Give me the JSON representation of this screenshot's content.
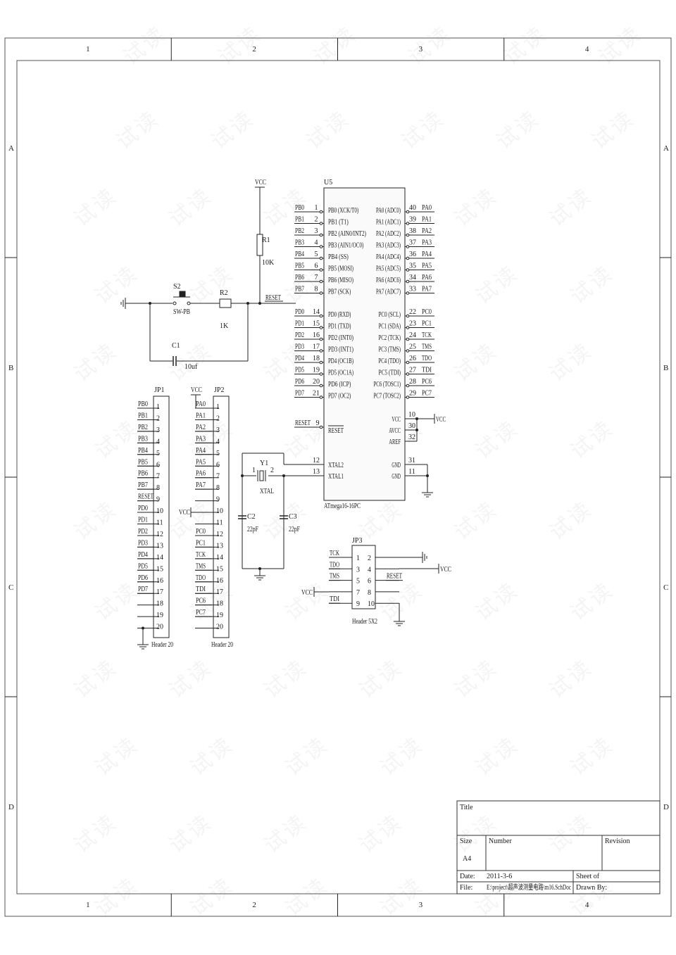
{
  "sheet": {
    "zones_x": [
      "1",
      "2",
      "3",
      "4"
    ],
    "zones_y": [
      "A",
      "B",
      "C",
      "D"
    ]
  },
  "mcu": {
    "designator": "U5",
    "part": "ATmega16-16PC",
    "left_pins": [
      {
        "net": "PB0",
        "num": "1",
        "name": "PB0 (XCK/T0)"
      },
      {
        "net": "PB1",
        "num": "2",
        "name": "PB1 (T1)"
      },
      {
        "net": "PB2",
        "num": "3",
        "name": "PB2 (AIN0/INT2)"
      },
      {
        "net": "PB3",
        "num": "4",
        "name": "PB3 (AIN1/OC0)"
      },
      {
        "net": "PB4",
        "num": "5",
        "name": "PB4 (SS)"
      },
      {
        "net": "PB5",
        "num": "6",
        "name": "PB5 (MOSI)"
      },
      {
        "net": "PB6",
        "num": "7",
        "name": "PB6 (MISO)"
      },
      {
        "net": "PB7",
        "num": "8",
        "name": "PB7 (SCK)"
      },
      {
        "net": "PD0",
        "num": "14",
        "name": "PD0 (RXD)"
      },
      {
        "net": "PD1",
        "num": "15",
        "name": "PD1 (TXD)"
      },
      {
        "net": "PD2",
        "num": "16",
        "name": "PD2 (INT0)"
      },
      {
        "net": "PD3",
        "num": "17",
        "name": "PD3 (INT1)"
      },
      {
        "net": "PD4",
        "num": "18",
        "name": "PD4 (OC1B)"
      },
      {
        "net": "PD5",
        "num": "19",
        "name": "PD5 (OC1A)"
      },
      {
        "net": "PD6",
        "num": "20",
        "name": "PD6 (ICP)"
      },
      {
        "net": "PD7",
        "num": "21",
        "name": "PD7 (OC2)"
      }
    ],
    "right_pins": [
      {
        "net": "PA0",
        "num": "40",
        "name": "PA0 (ADC0)"
      },
      {
        "net": "PA1",
        "num": "39",
        "name": "PA1 (ADC1)"
      },
      {
        "net": "PA2",
        "num": "38",
        "name": "PA2 (ADC2)"
      },
      {
        "net": "PA3",
        "num": "37",
        "name": "PA3 (ADC3)"
      },
      {
        "net": "PA4",
        "num": "36",
        "name": "PA4 (ADC4)"
      },
      {
        "net": "PA5",
        "num": "35",
        "name": "PA5 (ADC5)"
      },
      {
        "net": "PA6",
        "num": "34",
        "name": "PA6 (ADC6)"
      },
      {
        "net": "PA7",
        "num": "33",
        "name": "PA7 (ADC7)"
      },
      {
        "net": "PC0",
        "num": "22",
        "name": "PC0 (SCL)"
      },
      {
        "net": "PC1",
        "num": "23",
        "name": "PC1 (SDA)"
      },
      {
        "net": "TCK",
        "num": "24",
        "name": "PC2 (TCK)"
      },
      {
        "net": "TMS",
        "num": "25",
        "name": "PC3 (TMS)"
      },
      {
        "net": "TDO",
        "num": "26",
        "name": "PC4 (TDO)"
      },
      {
        "net": "TDI",
        "num": "27",
        "name": "PC5 (TDI)"
      },
      {
        "net": "PC6",
        "num": "28",
        "name": "PC6 (TOSC1)"
      },
      {
        "net": "PC7",
        "num": "29",
        "name": "PC7 (TOSC2)"
      }
    ],
    "reset": {
      "net": "RESET",
      "num": "9",
      "name": "RESET"
    },
    "xtal2": {
      "num": "12",
      "name": "XTAL2"
    },
    "xtal1": {
      "num": "13",
      "name": "XTAL1"
    },
    "power_pins": [
      {
        "num": "10",
        "name": "VCC"
      },
      {
        "num": "30",
        "name": "AVCC"
      },
      {
        "num": "32",
        "name": "AREF"
      },
      {
        "num": "31",
        "name": "GND"
      },
      {
        "num": "11",
        "name": "GND"
      }
    ],
    "vcc_net": "VCC"
  },
  "reset_circuit": {
    "vcc": "VCC",
    "r1": {
      "ref": "R1",
      "value": "10K"
    },
    "r2": {
      "ref": "R2",
      "value": "1K"
    },
    "s2": {
      "ref": "S2",
      "value": "SW-PB"
    },
    "c1": {
      "ref": "C1",
      "value": "10uf"
    },
    "net": "RESET"
  },
  "crystal": {
    "y1": {
      "ref": "Y1",
      "value": "XTAL",
      "pin1": "1",
      "pin2": "2"
    },
    "c2": {
      "ref": "C2",
      "value": "22pF"
    },
    "c3": {
      "ref": "C3",
      "value": "22pF"
    }
  },
  "jp1": {
    "ref": "JP1",
    "part": "Header 20",
    "vcc": "VCC",
    "nets": [
      "PB0",
      "PB1",
      "PB2",
      "PB3",
      "PB4",
      "PB5",
      "PB6",
      "PB7",
      "RESET",
      "PD0",
      "PD1",
      "PD2",
      "PD3",
      "PD4",
      "PD5",
      "PD6",
      "PD7",
      "",
      "",
      ""
    ],
    "pins": [
      "1",
      "2",
      "3",
      "4",
      "5",
      "6",
      "7",
      "8",
      "9",
      "10",
      "11",
      "12",
      "13",
      "14",
      "15",
      "16",
      "17",
      "18",
      "19",
      "20"
    ]
  },
  "jp2": {
    "ref": "JP2",
    "part": "Header 20",
    "vcc": "VCC",
    "nets": [
      "PA0",
      "PA1",
      "PA2",
      "PA3",
      "PA4",
      "PA5",
      "PA6",
      "PA7",
      "",
      "",
      "",
      "PC0",
      "PC1",
      "TCK",
      "TMS",
      "TDO",
      "TDI",
      "PC6",
      "PC7",
      ""
    ],
    "pins": [
      "1",
      "2",
      "3",
      "4",
      "5",
      "6",
      "7",
      "8",
      "9",
      "10",
      "11",
      "12",
      "13",
      "14",
      "15",
      "16",
      "17",
      "18",
      "19",
      "20"
    ]
  },
  "jp3": {
    "ref": "JP3",
    "part": "Header 5X2",
    "vcc_left": "VCC",
    "vcc_right": "VCC",
    "left_nets": [
      "TCK",
      "TDO",
      "TMS",
      "",
      "TDI"
    ],
    "left_pins": [
      "1",
      "3",
      "5",
      "7",
      "9"
    ],
    "right_pins": [
      "2",
      "4",
      "6",
      "8",
      "10"
    ],
    "right_nets": [
      "",
      "",
      "RESET",
      "",
      ""
    ]
  },
  "title_block": {
    "title_label": "Title",
    "size_label": "Size",
    "size_value": "A4",
    "number_label": "Number",
    "revision_label": "Revision",
    "date_label": "Date:",
    "date_value": "2011-3-6",
    "sheet_label": "Sheet  of",
    "file_label": "File:",
    "file_value": "E:\\project\\超声波测量电路\\m16.SchDoc",
    "drawn_label": "Drawn By:"
  },
  "watermark": "试读"
}
